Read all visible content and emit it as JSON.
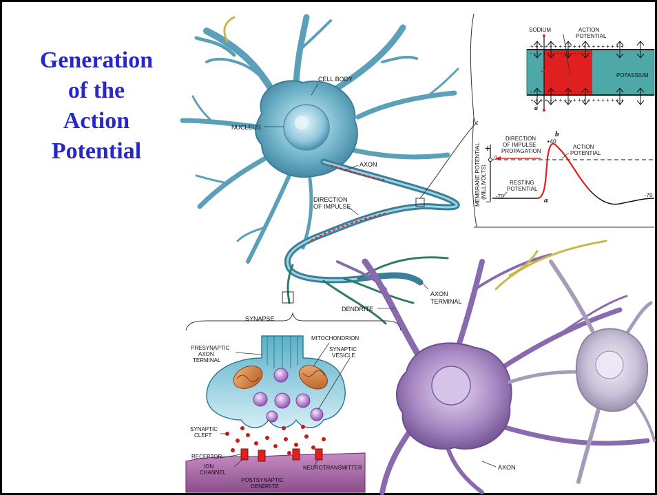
{
  "title": [
    "Generation",
    "of the",
    "Action",
    "Potential"
  ],
  "labels": {
    "cell_body": "CELL BODY",
    "nucleus": "NUCLEUS",
    "axon_top": "AXON",
    "direction_impulse": [
      "DIRECTION",
      "OF IMPULSE"
    ],
    "synapse": "SYNAPSE",
    "dendrite": "DENDRITE",
    "axon_terminal": [
      "AXON",
      "TERMINAL"
    ],
    "axon_bottom": "AXON",
    "sodium": "SODIUM",
    "action_potential_top": [
      "ACTION",
      "POTENTIAL"
    ],
    "potassium": "POTASSIUM",
    "a_top": "a",
    "membrane_potential": [
      "MEMBRANE POTENTIAL",
      "(MILLIVOLTS)"
    ],
    "plus": "+",
    "minus": "–",
    "tick_40": "+40",
    "tick_0": "0",
    "tick_neg70": "-70",
    "tick_neg70_right": "-70",
    "direction_propagation": [
      "DIRECTION",
      "OF IMPULSE",
      "PROPAGATION"
    ],
    "action_potential_graph": [
      "ACTION",
      "POTENTIAL"
    ],
    "resting_potential": [
      "RESTING",
      "POTENTIAL"
    ],
    "point_a": "a",
    "point_b": "b",
    "presynaptic": [
      "PRESYNAPTIC",
      "AXON",
      "TERMINAL"
    ],
    "mitochondrion": "MITOCHONDRION",
    "synaptic_vesicle": [
      "SYNAPTIC",
      "VESICLE"
    ],
    "synaptic_cleft": [
      "SYNAPTIC",
      "CLEFT"
    ],
    "receptor": "RECEPTOR",
    "ion_channel": [
      "ION",
      "CHANNEL"
    ],
    "neurotransmitter": "NEUROTRANSMITTER",
    "postsynaptic": [
      "POSTSYNAPTIC",
      "DENDRITE"
    ]
  },
  "colors": {
    "title": "#2828c8",
    "blue_neuron": "#6fb2c8",
    "purple_neuron": "#a98ac4",
    "grey_neuron": "#c8c0d8",
    "membrane": "#4fa8a8",
    "active_region": "#e02020",
    "postsynaptic": "#b07cb0"
  }
}
